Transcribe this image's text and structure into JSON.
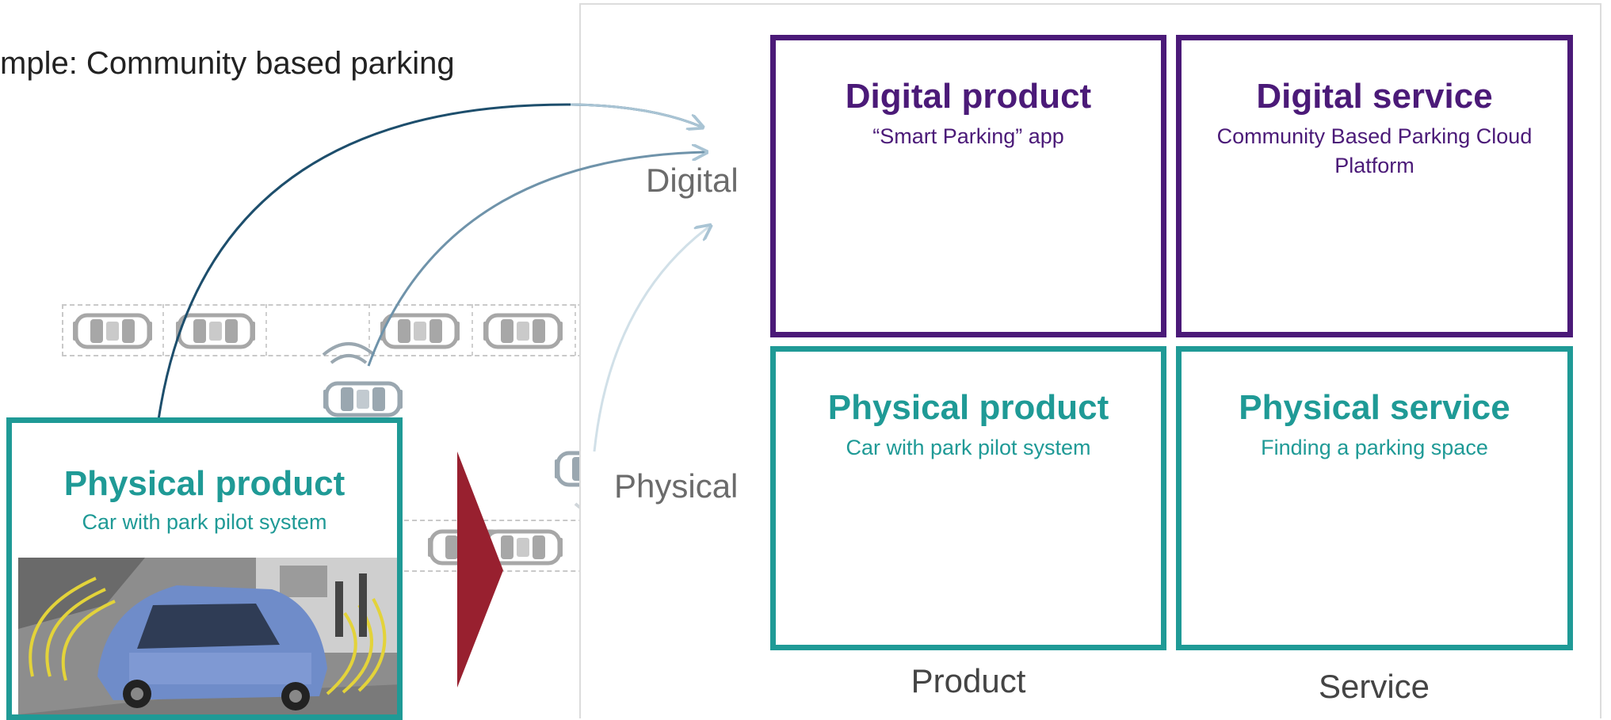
{
  "heading": "mple: Community based parking",
  "axes": {
    "row_digital": "Digital",
    "row_physical": "Physical",
    "col_product": "Product",
    "col_service": "Service"
  },
  "quadrants": {
    "digital_product": {
      "title": "Digital product",
      "subtitle": "“Smart Parking” app"
    },
    "digital_service": {
      "title": "Digital service",
      "subtitle": "Community Based Parking Cloud Platform"
    },
    "physical_product": {
      "title": "Physical product",
      "subtitle": "Car with park pilot system"
    },
    "physical_service": {
      "title": "Physical service",
      "subtitle": "Finding a parking space"
    }
  },
  "left_card": {
    "title": "Physical product",
    "subtitle": "Car with park pilot system"
  },
  "colors": {
    "digital": "#4b1a78",
    "physical": "#1f9a96",
    "arrow": "#98202f",
    "connector": "#2b5a78",
    "faded_car": "#bdbdbd"
  },
  "icons": [
    "parked-car-icon",
    "wireless-signal-icon",
    "cloud-icon",
    "car-photo",
    "play-arrow-icon",
    "connector-arrow-icon"
  ]
}
